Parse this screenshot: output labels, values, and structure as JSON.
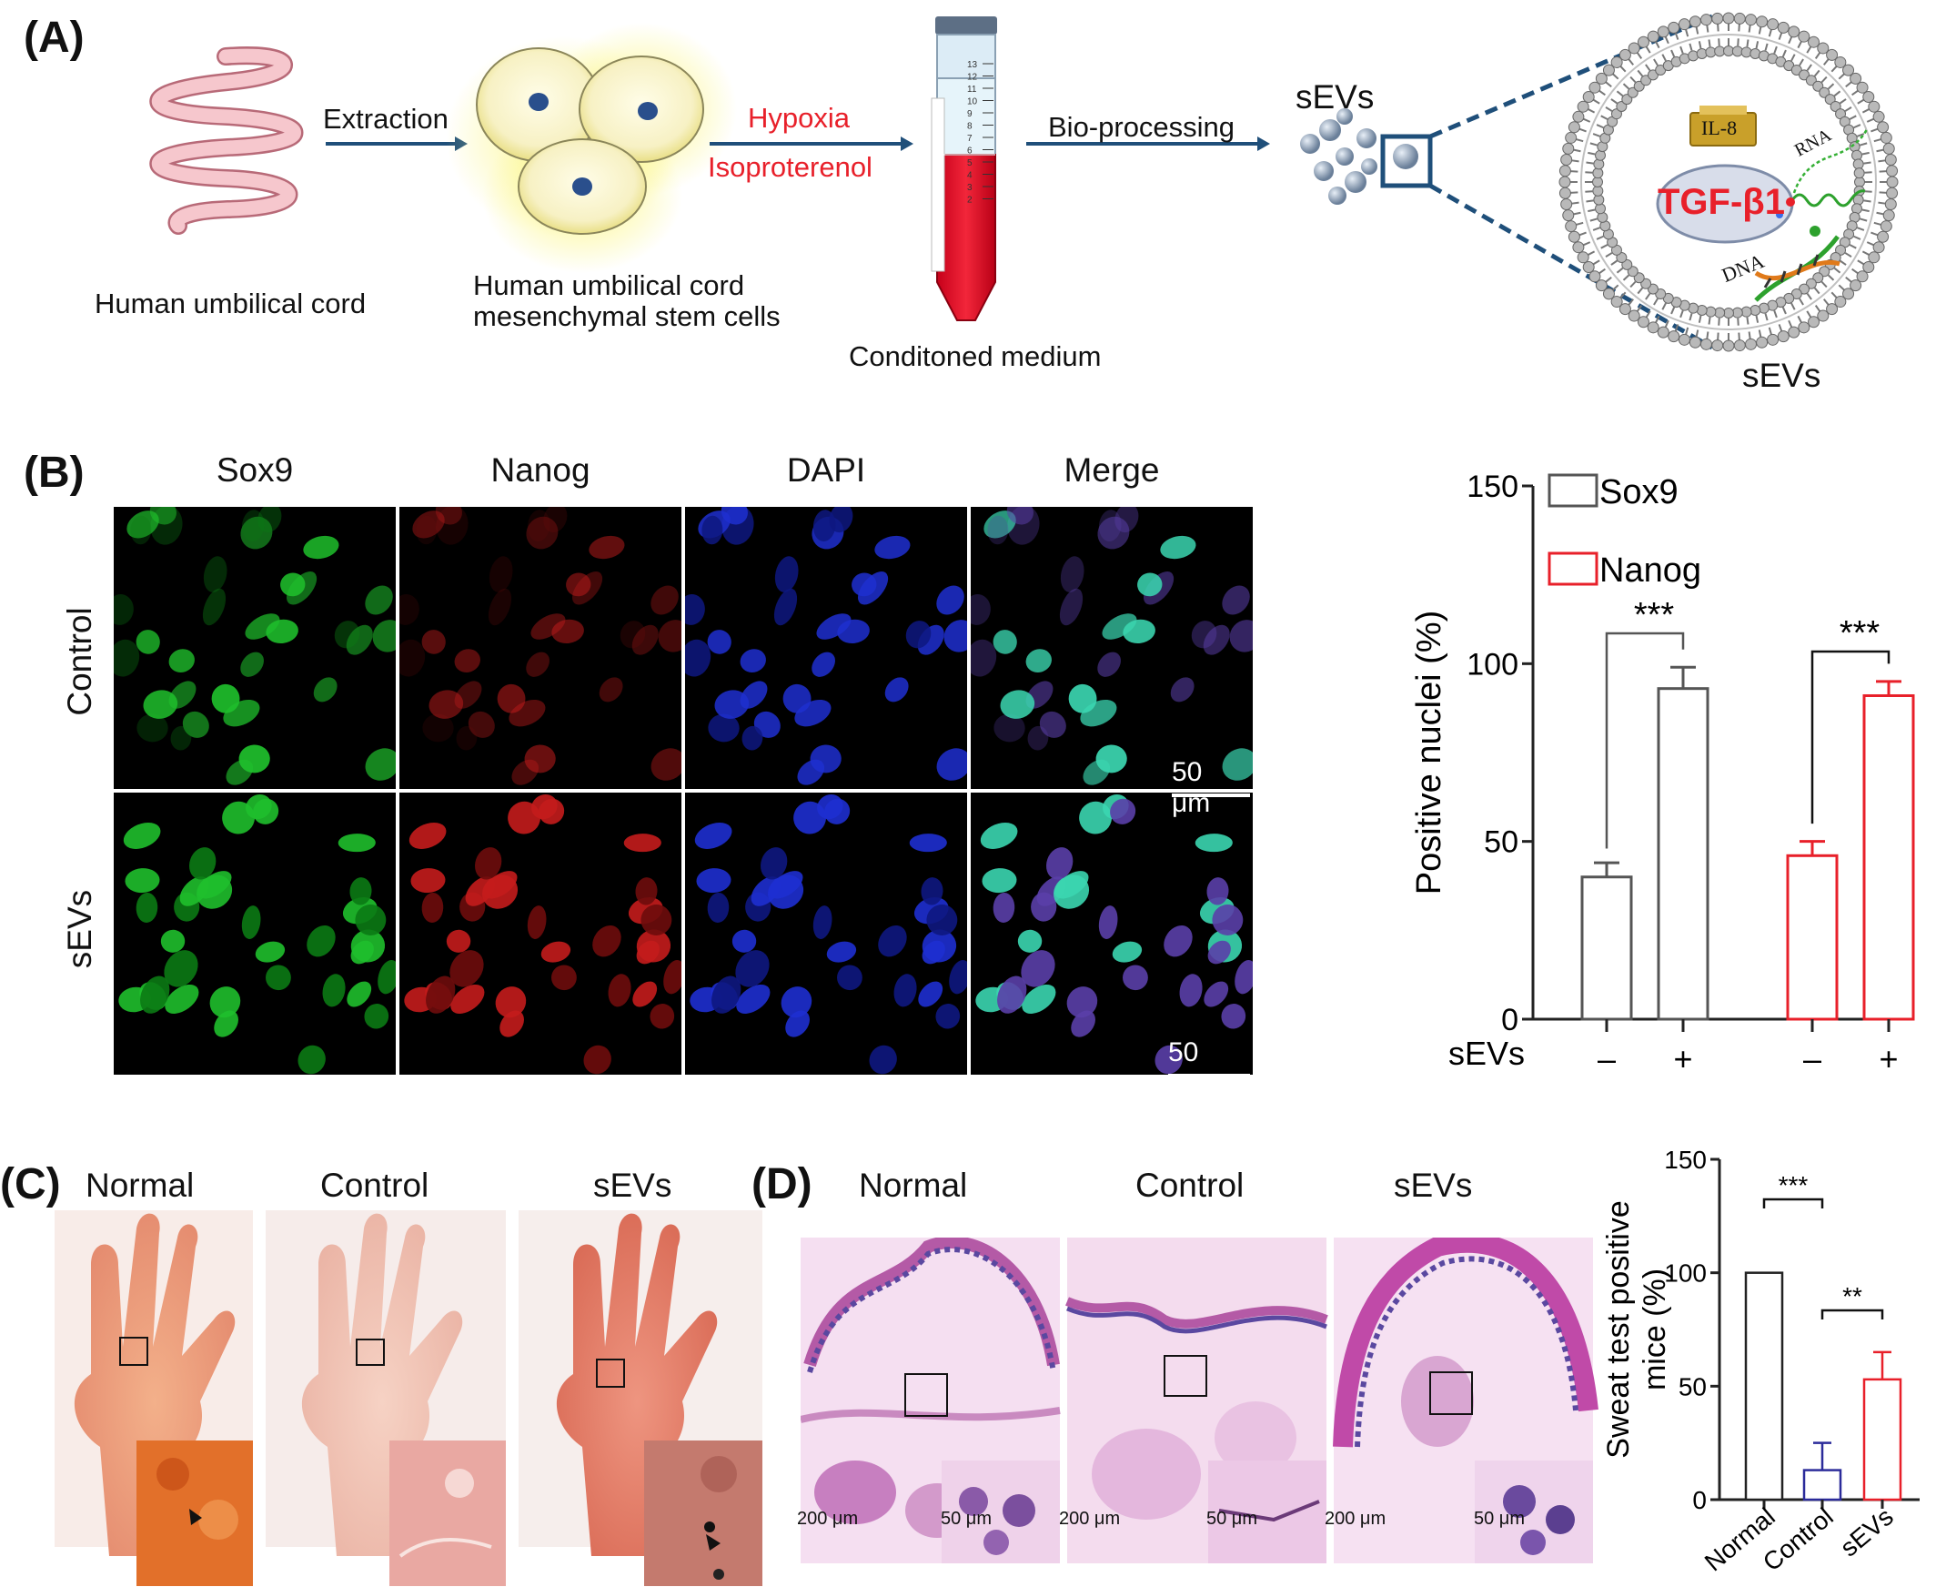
{
  "panels": {
    "a": "(A)",
    "b": "(B)",
    "c": "(C)",
    "d": "(D)"
  },
  "panel_a": {
    "cord_label": "Human umbilical cord",
    "extraction": "Extraction",
    "cells_label_1": "Human umbilical cord",
    "cells_label_2": "mesenchymal stem cells",
    "hypoxia": "Hypoxia",
    "isoproterenol": "Isoproterenol",
    "tube_label": "Conditoned medium",
    "tube_ticks": [
      "13",
      "12",
      "11",
      "10",
      "9",
      "8",
      "7",
      "6",
      "5",
      "4",
      "3",
      "2"
    ],
    "bioprocessing": "Bio-processing",
    "sevs_small": "sEVs",
    "sevs_big": "sEVs",
    "il8": "IL-8",
    "tgf": "TGF-β1",
    "rna": "RNA",
    "dna": "DNA"
  },
  "panel_b": {
    "cols": [
      "Sox9",
      "Nanog",
      "DAPI",
      "Merge"
    ],
    "rows": [
      "Control",
      "sEVs"
    ],
    "scale": "50 μm"
  },
  "chart_b": {
    "ylabel": "Positive nuclei (%)",
    "ticks": [
      "0",
      "50",
      "100",
      "150"
    ],
    "legend": [
      "Sox9",
      "Nanog"
    ],
    "row_label": "sEVs",
    "minus": "–",
    "plus": "+",
    "sig": "***"
  },
  "panel_c": {
    "labels": [
      "Normal",
      "Control",
      "sEVs"
    ]
  },
  "panel_d": {
    "labels": [
      "Normal",
      "Control",
      "sEVs"
    ],
    "scale_big": "200 μm",
    "scale_small": "50 μm"
  },
  "chart_d": {
    "ylabel_1": "Sweat test positive",
    "ylabel_2": "mice (%)",
    "ticks": [
      "0",
      "50",
      "100",
      "150"
    ],
    "categories": [
      "Normal",
      "Control",
      "sEVs"
    ],
    "sig_1": "***",
    "sig_2": "**"
  },
  "chart_data": [
    {
      "type": "bar",
      "categories": [
        "Sox9 –",
        "Sox9 +",
        "Nanog –",
        "Nanog +"
      ],
      "series": [
        {
          "name": "Sox9",
          "values": [
            40,
            93,
            null,
            null
          ],
          "errors": [
            4,
            6,
            null,
            null
          ]
        },
        {
          "name": "Nanog",
          "values": [
            null,
            null,
            46,
            91
          ],
          "errors": [
            null,
            null,
            4,
            4
          ]
        }
      ],
      "ylabel": "Positive nuclei (%)",
      "ylim": [
        0,
        150
      ],
      "colors": {
        "Sox9": "#555555",
        "Nanog": "#e8202a"
      }
    },
    {
      "type": "bar",
      "categories": [
        "Normal",
        "Control",
        "sEVs"
      ],
      "values": [
        100,
        13,
        53
      ],
      "errors": [
        0,
        12,
        12
      ],
      "ylabel": "Sweat test positive mice (%)",
      "ylim": [
        0,
        150
      ],
      "colors": [
        "#222222",
        "#2b2b9a",
        "#e8202a"
      ]
    }
  ]
}
